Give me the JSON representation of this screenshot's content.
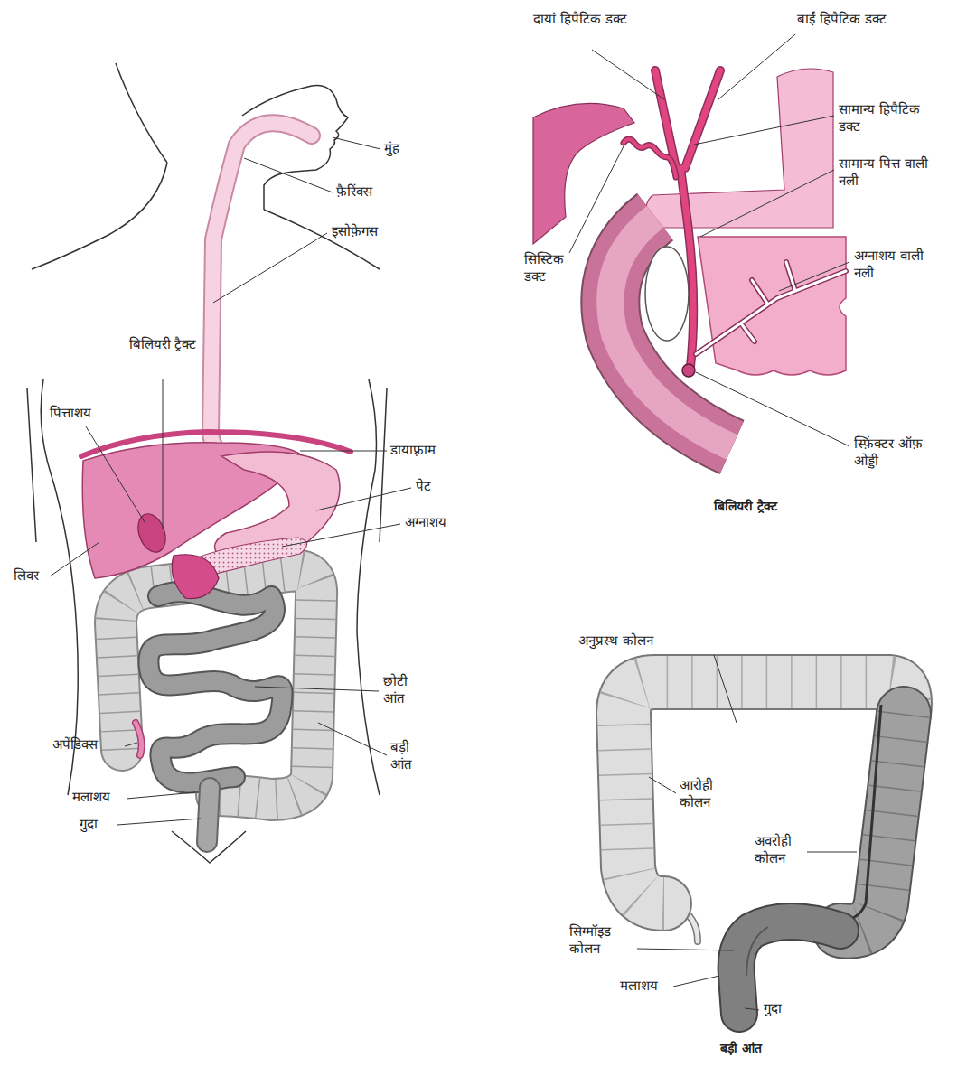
{
  "diagram": {
    "labels": [
      "मुंह",
      "फ़ैरिंक्स",
      "इसोफ़ेगस",
      "बिलियरी ट्रैक्ट",
      "पित्ताशय",
      "डायाफ़्राम",
      "पेट",
      "अग्नाशय",
      "लिवर",
      "छोटी आंत",
      "बड़ी आंत",
      "अपेंडिक्स",
      "मलाशय",
      "गुदा",
      "दायां हिपैटिक डक्ट",
      "बाईं हिपैटिक डक्ट",
      "सामान्य हिपैटिक डक्ट",
      "सामान्य पित्त वाली नली",
      "सिस्टिक डक्ट",
      "अग्नाशय वाली नली",
      "स्फ़िंक्टर ऑफ़ ओड्डी",
      "बिलियरी ट्रैक्ट",
      "अनुप्रस्थ कोलन",
      "आरोही कोलन",
      "अवरोही कोलन",
      "सिग्मॉइड कोलन",
      "मलाशय",
      "गुदा",
      "बड़ी आंत"
    ]
  }
}
